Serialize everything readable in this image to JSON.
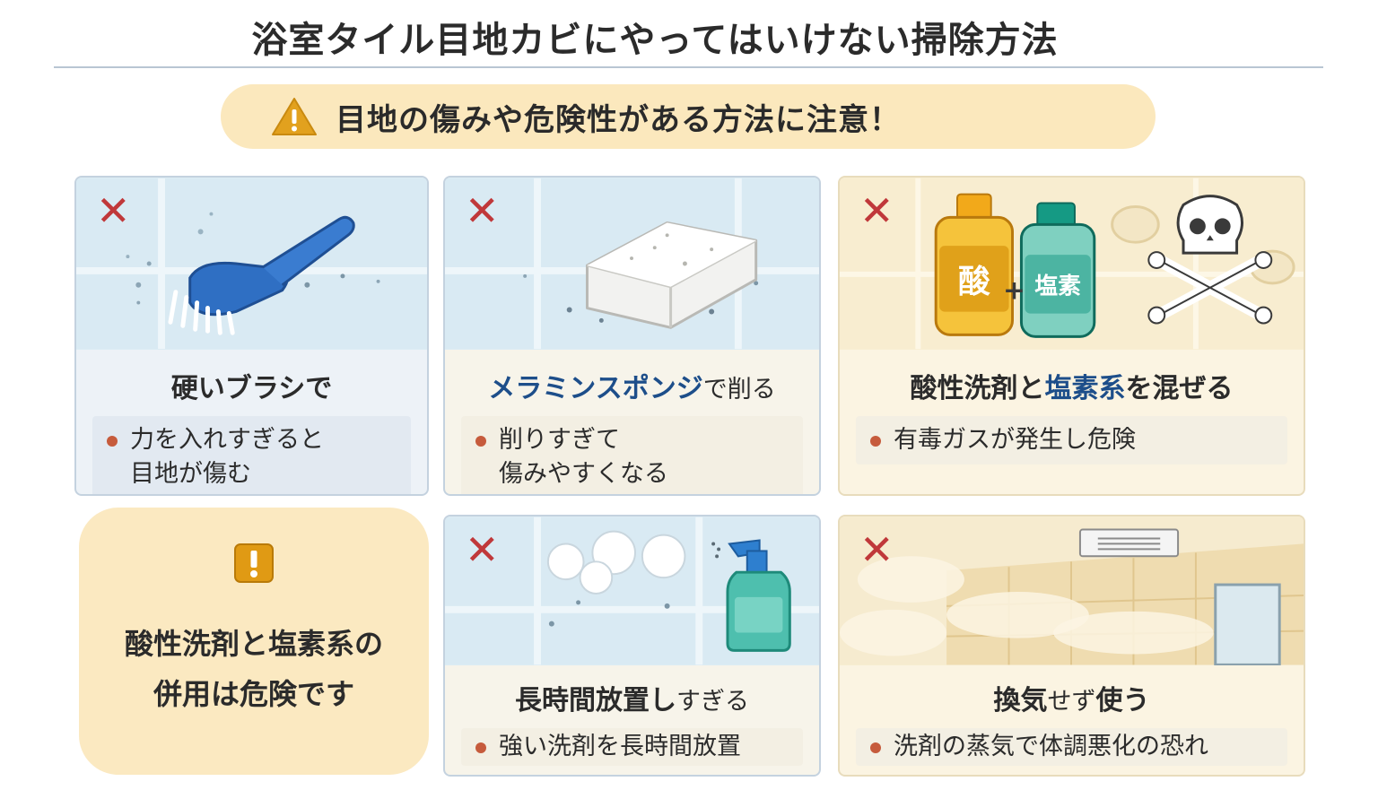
{
  "title": "浴室タイル目地カビにやってはいけない掃除方法",
  "banner": {
    "text": "目地の傷みや危険性がある方法に注意！"
  },
  "x_mark": "✕",
  "cards": [
    {
      "caption": "硬いブラシで",
      "bullet": [
        "力を入れすぎると",
        "目地が傷む"
      ]
    },
    {
      "caption_hl": "メラミンスポンジ",
      "caption_rest": "で削る",
      "bullet": [
        "削りすぎて",
        "傷みやすくなる"
      ]
    },
    {
      "caption_a": "酸性洗剤と",
      "caption_hl": "塩素系",
      "caption_b": "を混ぜる",
      "bullet": [
        "有毒ガスが発生し危険"
      ],
      "bottle_labels": [
        "酸",
        "塩素"
      ]
    },
    {
      "caption_a": "長時間放置し",
      "caption_b": "すぎる",
      "bullet": [
        "強い洗剤を長時間放置"
      ]
    },
    {
      "caption_a": "換気",
      "caption_b": "せず",
      "caption_c": "使う",
      "bullet": [
        "洗剤の蒸気で体調悪化の恐れ"
      ]
    }
  ],
  "note": {
    "line1": "酸性洗剤と塩素系の",
    "line2": "併用は危険です"
  },
  "colors": {
    "banner": "#fbe8bd",
    "x_mark": "#c0383a",
    "highlight": "#1d4e8a",
    "note_bg": "#fbe9c1",
    "warning": "#e0a21b"
  }
}
